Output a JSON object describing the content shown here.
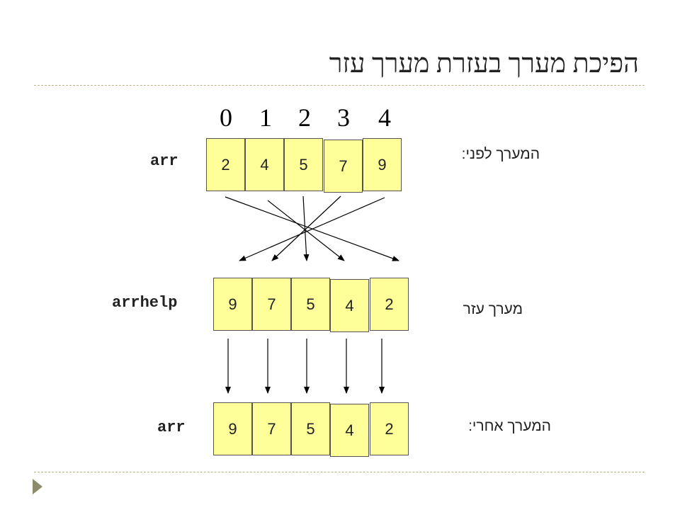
{
  "title": "הפיכת מערך בעזרת מערך עזר",
  "indices": [
    "0",
    "1",
    "2",
    "3",
    "4"
  ],
  "labels": {
    "arr_top": "arr",
    "arrhelp": "arrhelp",
    "arr_bottom": "arr",
    "before": "המערך לפני:",
    "helper": "מערך עזר",
    "after": "המערך אחרי:"
  },
  "arrays": {
    "before": [
      "2",
      "4",
      "5",
      "7",
      "9"
    ],
    "helper": [
      "9",
      "7",
      "5",
      "4",
      "2"
    ],
    "after": [
      "9",
      "7",
      "5",
      "4",
      "2"
    ]
  },
  "colors": {
    "cell_fill": "#ffff99",
    "rule": "#b9b38a",
    "bullet": "#8c8c6a"
  }
}
